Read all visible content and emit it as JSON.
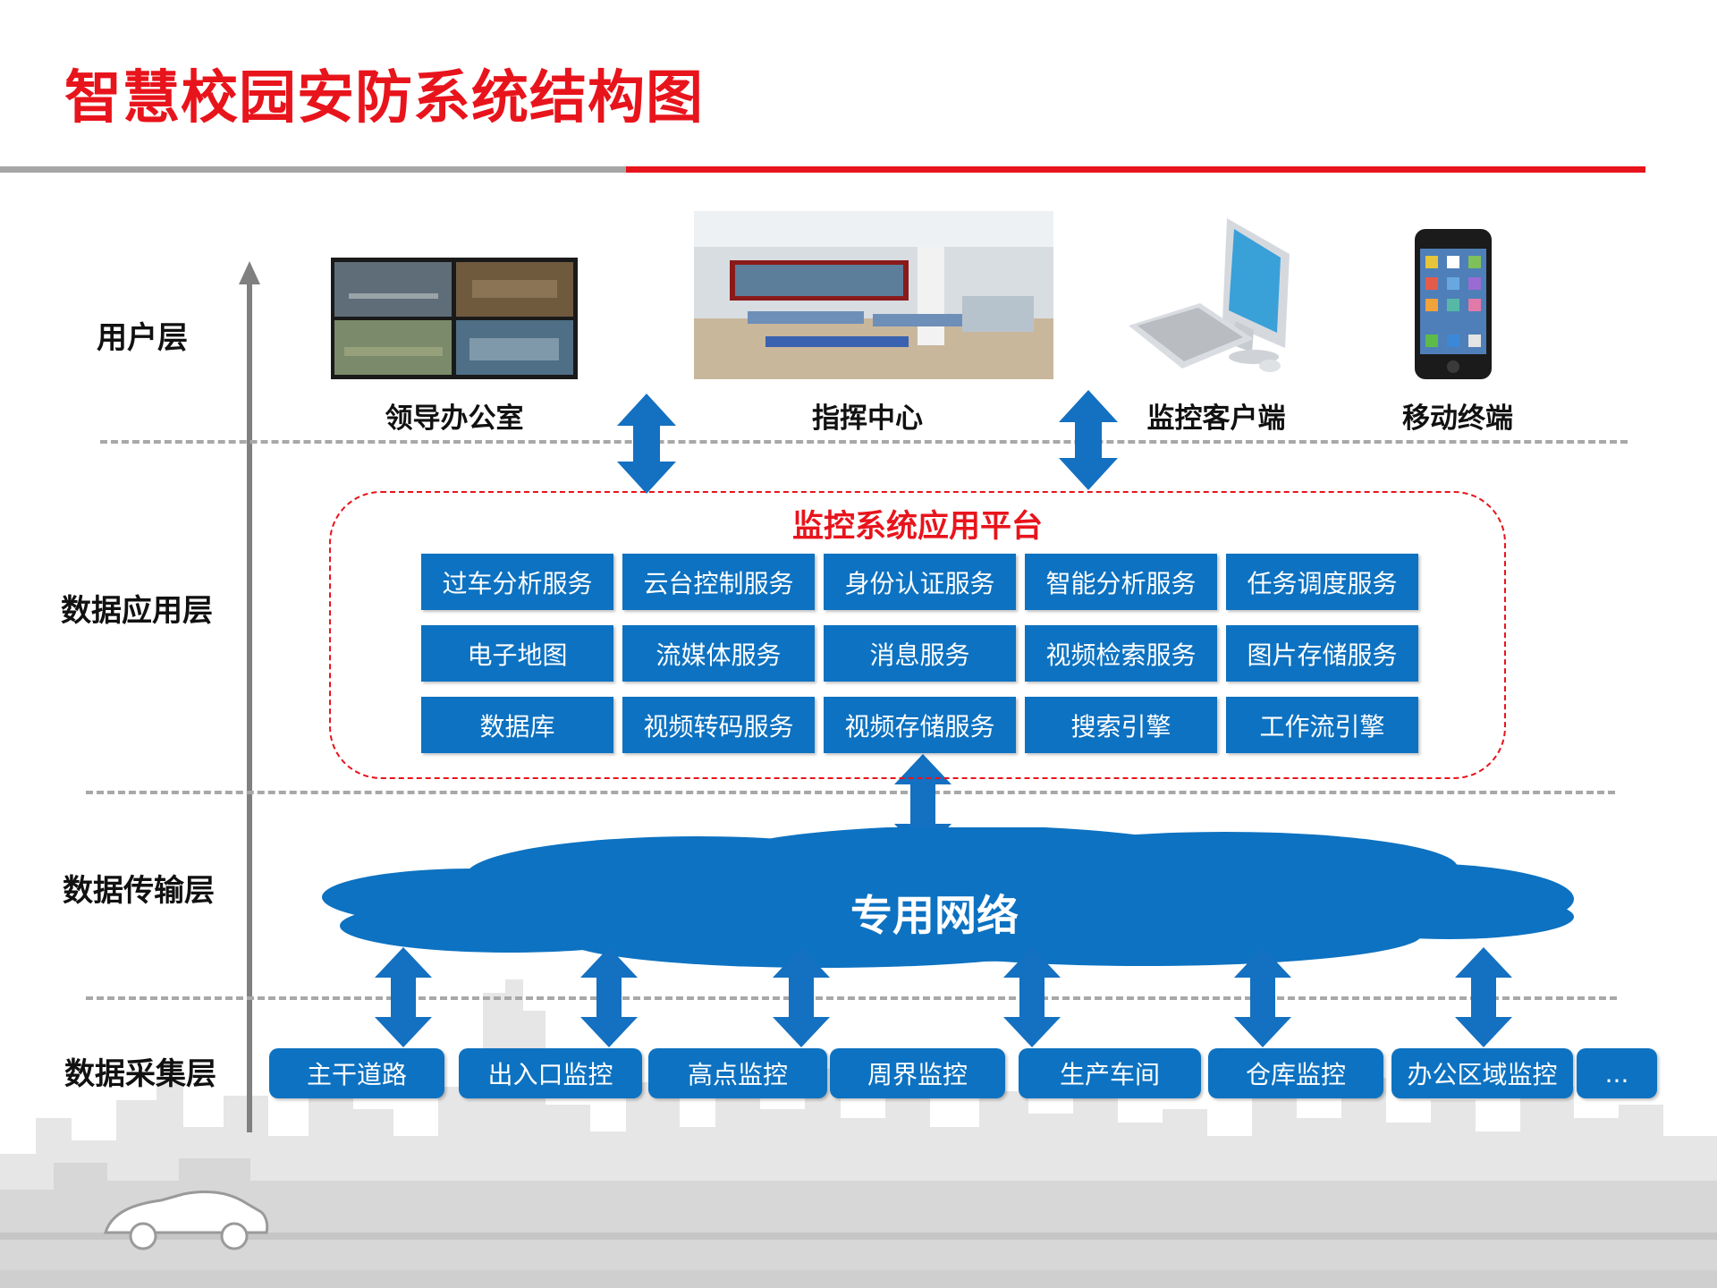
{
  "title": "智慧校园安防系统结构图",
  "layers": {
    "user": "用户层",
    "application": "数据应用层",
    "transport": "数据传输层",
    "collection": "数据采集层"
  },
  "user_devices": [
    {
      "label": "领导办公室",
      "icon": "video-wall-icon"
    },
    {
      "label": "指挥中心",
      "icon": "command-center-photo"
    },
    {
      "label": "监控客户端",
      "icon": "desktop-computer-icon"
    },
    {
      "label": "移动终端",
      "icon": "smartphone-icon"
    }
  ],
  "platform": {
    "title": "监控系统应用平台",
    "services": [
      "过车分析服务",
      "云台控制服务",
      "身份认证服务",
      "智能分析服务",
      "任务调度服务",
      "电子地图",
      "流媒体服务",
      "消息服务",
      "视频检索服务",
      "图片存储服务",
      "数据库",
      "视频转码服务",
      "视频存储服务",
      "搜索引擎",
      "工作流引擎"
    ]
  },
  "network": {
    "label": "专用网络",
    "icon": "cloud-shape"
  },
  "collection_points": [
    "主干道路",
    "出入口监控",
    "高点监控",
    "周界监控",
    "生产车间",
    "仓库监控",
    "办公区域监控",
    "..."
  ],
  "colors": {
    "accent_red": "#e8141c",
    "block_blue": "#0d72c1",
    "arrow_blue": "#1470c1",
    "axis_gray": "#808080"
  }
}
